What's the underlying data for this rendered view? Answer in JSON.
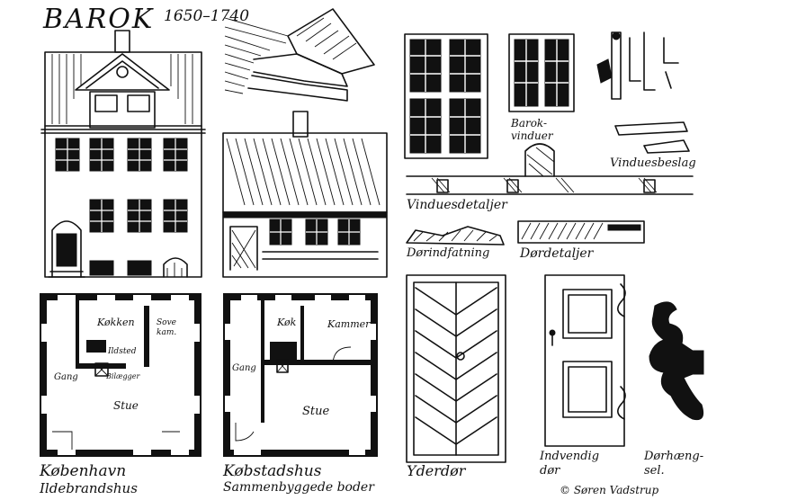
{
  "title": "BAROK",
  "period": "1650–1740",
  "labels": {
    "barok_vinduer": "Barok-\nvinduer",
    "vinduesbeslag": "Vinduesbeslag",
    "vinduesdetaljer": "Vinduesdetaljer",
    "dorindfatning": "Dørindfatning",
    "dordetaljer": "Dørdetaljer",
    "yderdor": "Yderdør",
    "indvendig_dor": "Indvendig\ndør",
    "dorhaengsel": "Dørhæng-\nsel.",
    "kobenhavn": "København",
    "ildebrandshus": "Ildebrandshus",
    "kobstadshus": "Købstadshus",
    "sammenbyggede": "Sammenbyggede boder",
    "signature": "© Søren Vadstrup"
  },
  "plan1": {
    "kokken": "Køkken",
    "sovekam": "Sove\nkam.",
    "ildsted": "Ildsted",
    "bilegger": "Bilægger",
    "gang": "Gang",
    "stue": "Stue"
  },
  "plan2": {
    "kok": "Køk",
    "kammer": "Kammer",
    "gang": "Gang",
    "stue": "Stue"
  }
}
